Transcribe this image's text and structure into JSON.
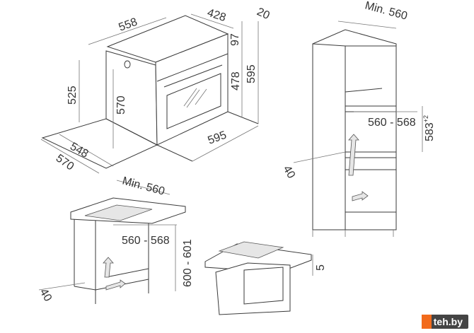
{
  "oven": {
    "depth_top": "558",
    "door_depth": "428",
    "panel_depth": "20",
    "panel_height": "97",
    "total_height": "595",
    "door_height": "478",
    "body_height": "525",
    "niche_height": "570",
    "body_depth": "548",
    "total_depth": "570",
    "width": "595"
  },
  "column_install": {
    "min_depth": "Min. 560",
    "niche_width": "560 - 568",
    "niche_height": "583",
    "niche_height_tolerance": "+2",
    "vent": "40"
  },
  "undercounter_install": {
    "min_depth": "Min. 560",
    "niche_width": "560 - 568",
    "niche_height": "600 - 601",
    "vent": "40"
  },
  "hob_install": {
    "gap": "5"
  },
  "watermark": "teh.by"
}
